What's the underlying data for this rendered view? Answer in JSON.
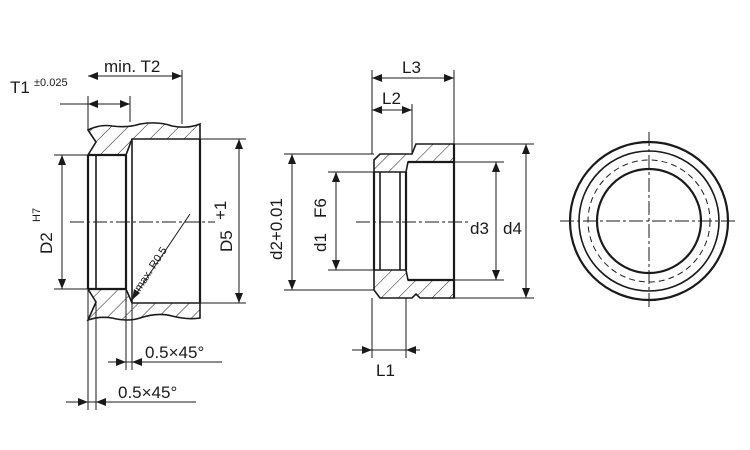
{
  "left_view": {
    "t1": "T1",
    "t1_tol": "±0.025",
    "min_t2": "min. T2",
    "d2": "D2",
    "h7": "H7",
    "d5": "D5",
    "d5_tol": "+1",
    "radius": "max. R0.5",
    "chamfer_inner": "0.5×45°",
    "chamfer_outer": "0.5×45°"
  },
  "middle_view": {
    "l3": "L3",
    "l2": "L2",
    "l1": "L1",
    "d2_tol": "d2+0.01",
    "d1": "d1",
    "f6": "F6",
    "d3": "d3",
    "d4": "d4"
  }
}
